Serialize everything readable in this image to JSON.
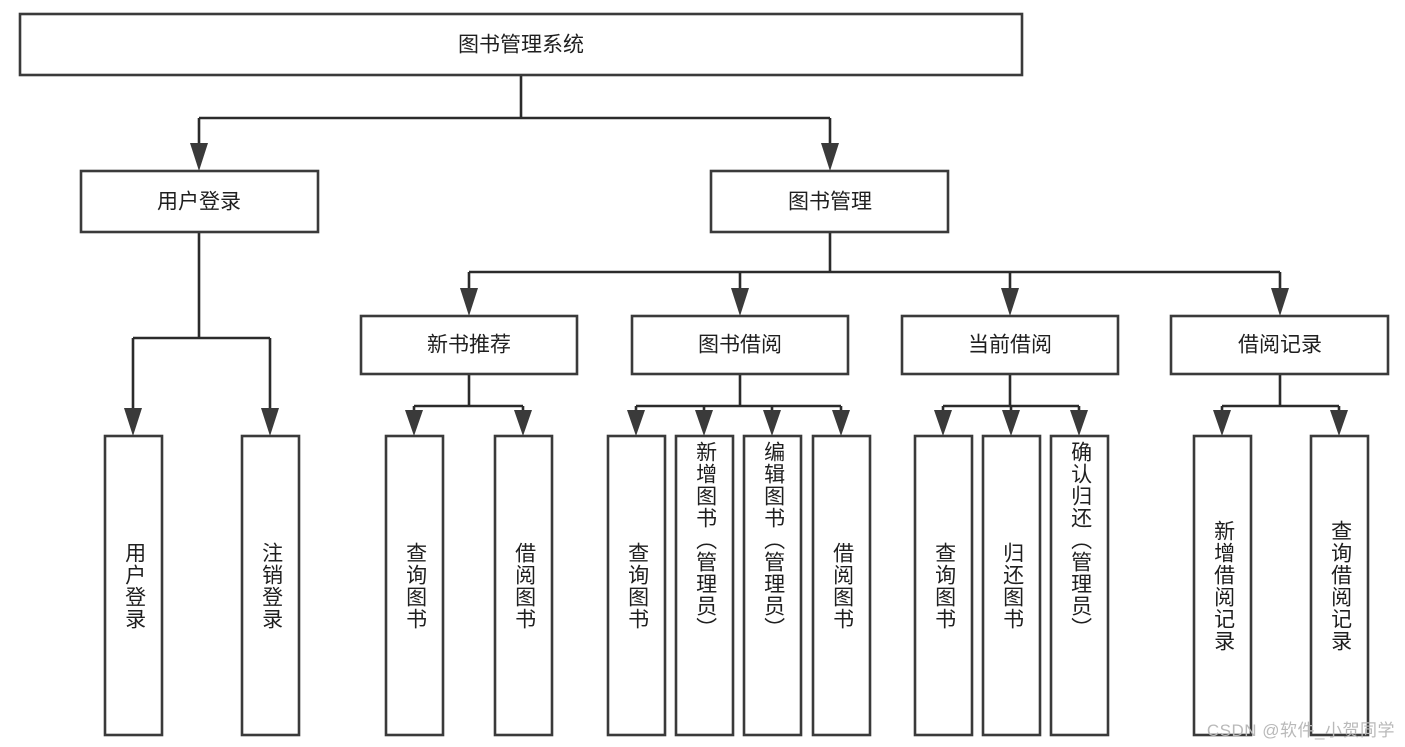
{
  "diagram": {
    "type": "tree-hierarchy",
    "title": "图书管理系统",
    "orientation": "top-down",
    "colors": {
      "box_stroke": "#3a3a3a",
      "box_fill": "#ffffff",
      "connector": "#2b2b2b",
      "text": "#1f1f1f",
      "watermark": "#b9b9b9",
      "background": "#ffffff"
    },
    "levels": {
      "root": {
        "label": "图书管理系统"
      },
      "level2": [
        {
          "label": "用户登录"
        },
        {
          "label": "图书管理"
        }
      ],
      "level3": [
        {
          "label": "新书推荐"
        },
        {
          "label": "图书借阅"
        },
        {
          "label": "当前借阅"
        },
        {
          "label": "借阅记录"
        }
      ],
      "leaves": [
        {
          "label": "用户登录",
          "parent": "用户登录"
        },
        {
          "label": "注销登录",
          "parent": "用户登录"
        },
        {
          "label": "查询图书",
          "parent": "新书推荐"
        },
        {
          "label": "借阅图书",
          "parent": "新书推荐"
        },
        {
          "label": "查询图书",
          "parent": "图书借阅"
        },
        {
          "label": "新增图书（管理员）",
          "parent": "图书借阅"
        },
        {
          "label": "编辑图书（管理员）",
          "parent": "图书借阅"
        },
        {
          "label": "借阅图书",
          "parent": "图书借阅"
        },
        {
          "label": "查询图书",
          "parent": "当前借阅"
        },
        {
          "label": "归还图书",
          "parent": "当前借阅"
        },
        {
          "label": "确认归还（管理员）",
          "parent": "当前借阅"
        },
        {
          "label": "新增借阅记录",
          "parent": "借阅记录"
        },
        {
          "label": "查询借阅记录",
          "parent": "借阅记录"
        }
      ]
    }
  },
  "watermark": {
    "text": "CSDN @软件_小贺同学"
  }
}
